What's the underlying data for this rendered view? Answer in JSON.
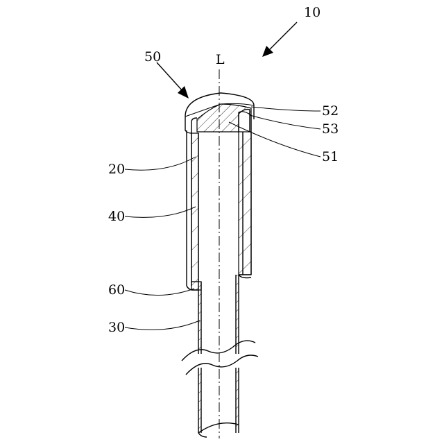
{
  "figure": {
    "labels": {
      "assembly": "10",
      "cap": "50",
      "axis": "L",
      "ref_52": "52",
      "ref_53": "53",
      "ref_51": "51",
      "ref_20": "20",
      "ref_40": "40",
      "ref_60": "60",
      "ref_30": "30"
    }
  }
}
